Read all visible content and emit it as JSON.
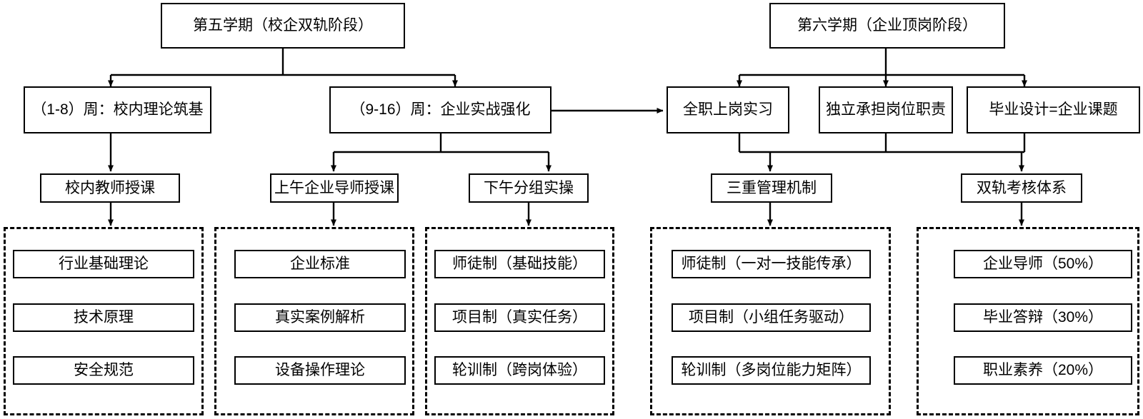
{
  "diagram": {
    "title_left": "第五学期（校企双轨阶段）",
    "title_right": "第六学期（企业顶岗阶段）",
    "phases": [
      {
        "id": "sem5",
        "label": "第五学期（校企双轨阶段）"
      },
      {
        "id": "sem6",
        "label": "第六学期（企业顶岗阶段）"
      }
    ],
    "tracks": [
      {
        "id": "weeks_1_8",
        "label": "（1-8）周：校内理论筑基"
      },
      {
        "id": "weeks_9_16",
        "label": "（9-16）周：企业实战强化"
      }
    ],
    "duties": [
      {
        "id": "fulltime",
        "label": "全职上岗实习"
      },
      {
        "id": "independent",
        "label": "独立承担岗位职责"
      },
      {
        "id": "capstone",
        "label": "毕业设计=企业课题"
      }
    ],
    "modes": [
      {
        "id": "school_teacher",
        "label": "校内教师授课"
      },
      {
        "id": "morning_mentor",
        "label": "上午企业导师授课"
      },
      {
        "id": "afternoon_practice",
        "label": "下午分组实操"
      },
      {
        "id": "triple_mgmt",
        "label": "三重管理机制"
      },
      {
        "id": "dual_assess",
        "label": "双轨考核体系"
      }
    ],
    "groups": [
      {
        "id": "theory_group",
        "parent": "school_teacher",
        "items": [
          "行业基础理论",
          "技术原理",
          "安全规范"
        ]
      },
      {
        "id": "mentor_group",
        "parent": "morning_mentor",
        "items": [
          "企业标准",
          "真实案例解析",
          "设备操作理论"
        ]
      },
      {
        "id": "practice_group",
        "parent": "afternoon_practice",
        "items": [
          "师徒制（基础技能）",
          "项目制（真实任务）",
          "轮训制（跨岗体验）"
        ]
      },
      {
        "id": "mgmt_group",
        "parent": "triple_mgmt",
        "items": [
          "师徒制（一对一技能传承）",
          "项目制（小组任务驱动）",
          "轮训制（多岗位能力矩阵）"
        ]
      },
      {
        "id": "assess_group",
        "parent": "dual_assess",
        "items": [
          "企业导师（50%）",
          "毕业答辩（30%）",
          "职业素养（20%）"
        ]
      }
    ],
    "colors": {
      "stroke": "#000000",
      "fill": "#ffffff",
      "text": "#000000"
    }
  }
}
